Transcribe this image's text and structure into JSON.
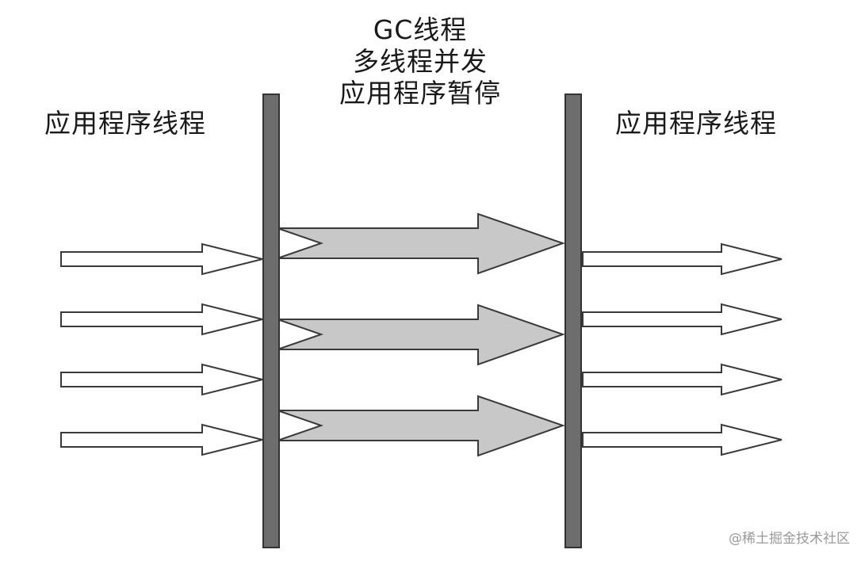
{
  "labels": {
    "left": "应用程序线程",
    "right": "应用程序线程",
    "gc_lines": [
      "GC线程",
      "多线程并发",
      "应用程序暂停"
    ]
  },
  "watermark": "@稀土掘金技术社区",
  "colors": {
    "background": "#ffffff",
    "barrier": "#6d6d6d",
    "gc_arrow_fill": "#c8c8c8",
    "app_arrow_fill": "#ffffff",
    "outline": "#3a3a3a"
  }
}
